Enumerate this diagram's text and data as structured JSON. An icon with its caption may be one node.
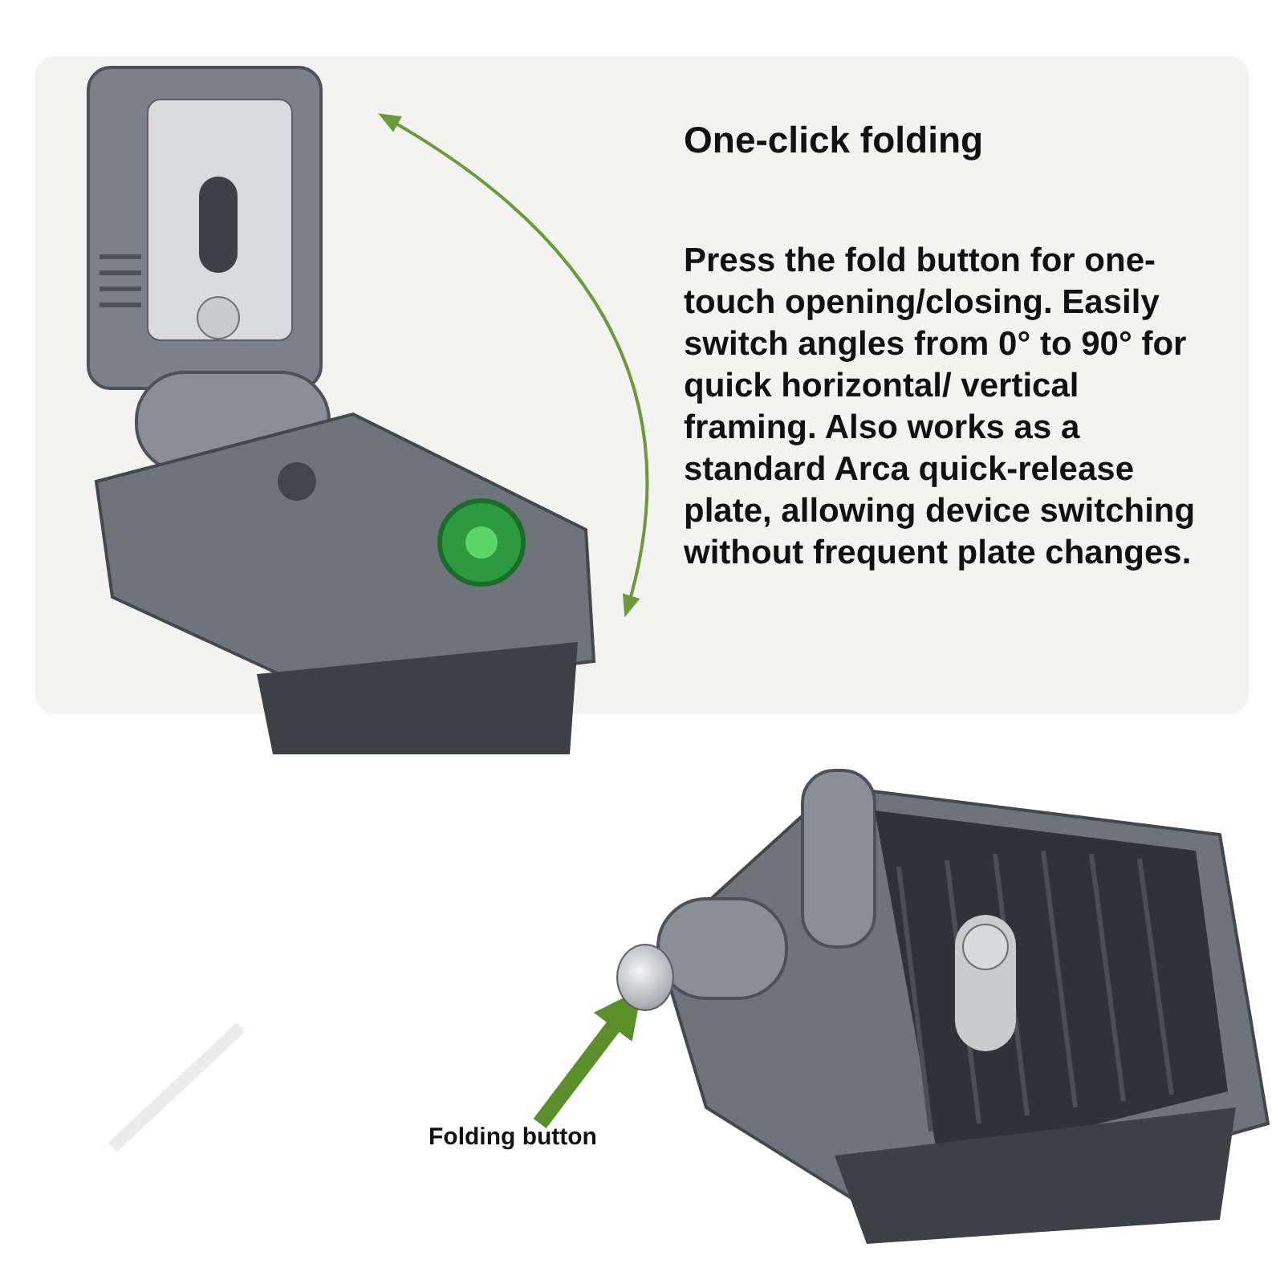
{
  "diagram": {
    "title": "One-click folding",
    "nodes": [
      {
        "text": [
          "Folding button"
        ]
      },
      {
        "text": [],
        "shape": "picture"
      }
    ],
    "edges": [
      {
        "from": 0,
        "to": 1,
        "arrow": "to"
      }
    ],
    "labels": [
      "Press the fold button for one-touch opening/closing. Easily switch angles from 0° to 90° for quick horizontal/ vertical framing. Also works as a standard Arca quick-release plate, allowing device switching without frequent plate changes."
    ]
  }
}
